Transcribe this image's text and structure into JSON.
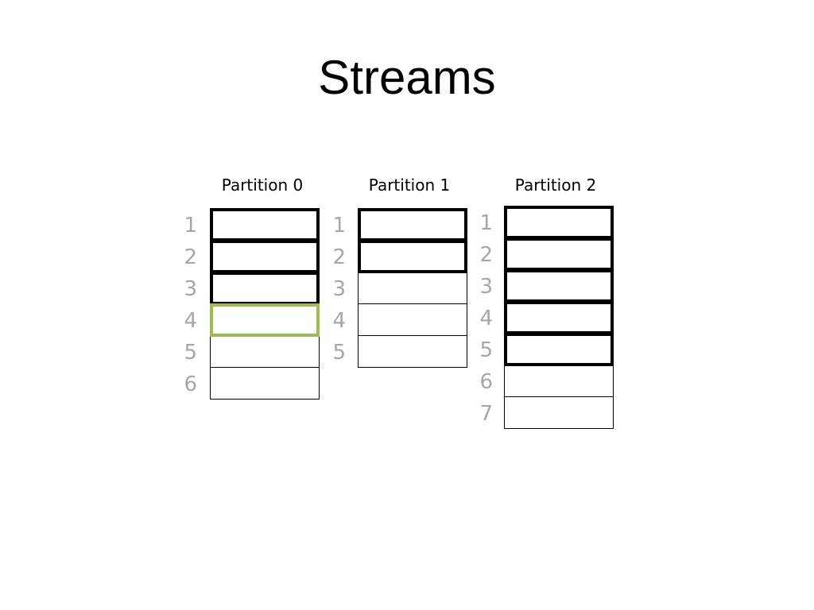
{
  "title": "Streams",
  "colors": {
    "consumed_border": "#000000",
    "current_border": "#9bbb59",
    "offset_label": "#a6a6a6"
  },
  "partitions": [
    {
      "name": "Partition 0",
      "records": [
        {
          "offset": "1",
          "state": "consumed"
        },
        {
          "offset": "2",
          "state": "consumed"
        },
        {
          "offset": "3",
          "state": "consumed"
        },
        {
          "offset": "4",
          "state": "current"
        },
        {
          "offset": "5",
          "state": "pending"
        },
        {
          "offset": "6",
          "state": "pending"
        }
      ]
    },
    {
      "name": "Partition 1",
      "records": [
        {
          "offset": "1",
          "state": "consumed"
        },
        {
          "offset": "2",
          "state": "consumed"
        },
        {
          "offset": "3",
          "state": "pending"
        },
        {
          "offset": "4",
          "state": "pending"
        },
        {
          "offset": "5",
          "state": "pending"
        }
      ]
    },
    {
      "name": "Partition 2",
      "records": [
        {
          "offset": "1",
          "state": "consumed"
        },
        {
          "offset": "2",
          "state": "consumed"
        },
        {
          "offset": "3",
          "state": "consumed"
        },
        {
          "offset": "4",
          "state": "consumed"
        },
        {
          "offset": "5",
          "state": "consumed"
        },
        {
          "offset": "6",
          "state": "pending"
        },
        {
          "offset": "7",
          "state": "pending"
        }
      ]
    }
  ]
}
